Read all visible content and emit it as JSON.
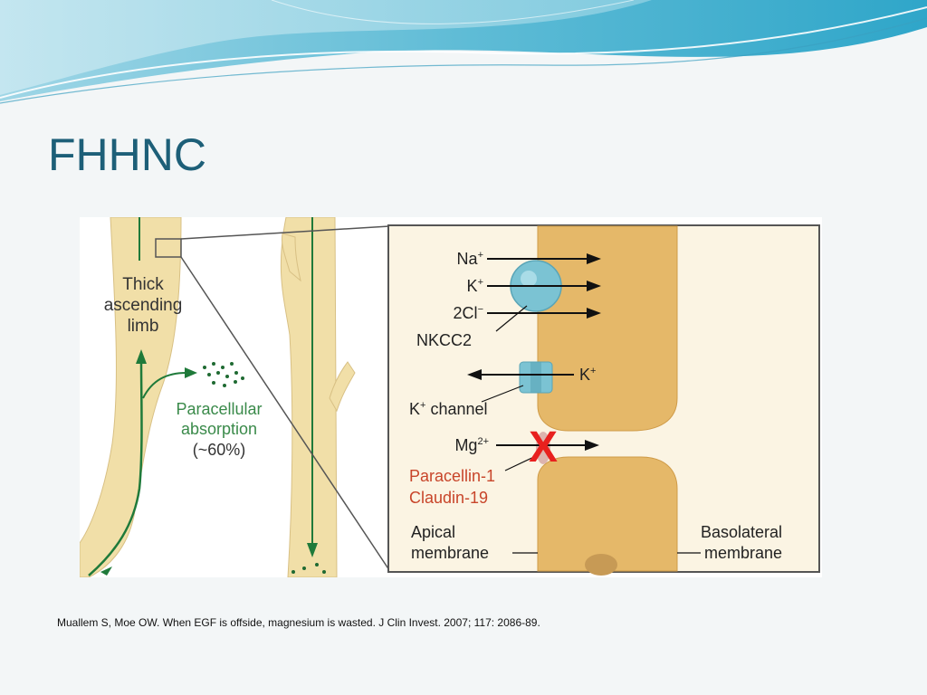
{
  "slide": {
    "title": "FHHNC",
    "citation": "Muallem S, Moe OW. When EGF is offside, magnesium is wasted. J Clin Invest. 2007; 117: 2086-89."
  },
  "diagram": {
    "left_labels": {
      "limb": [
        "Thick",
        "ascending",
        "limb"
      ],
      "paracellular": [
        "Paracellular",
        "absorption",
        "(~60%)"
      ]
    },
    "inset_labels": {
      "na": "Na",
      "k": "K",
      "cl": "2Cl",
      "nkcc2": "NKCC2",
      "k_out": "K",
      "k_channel": "K",
      "k_channel_suffix": " channel",
      "mg": "Mg",
      "mg_charge": "2+",
      "plus": "+",
      "minus": "−",
      "paracellin": "Paracellin-1",
      "claudin": "Claudin-19",
      "apical": [
        "Apical",
        "membrane"
      ],
      "basolateral": [
        "Basolateral",
        "membrane"
      ],
      "block_mark": "X"
    },
    "colors": {
      "tubule": "#f1dfa8",
      "cell": "#e5b869",
      "arrow_green": "#1f7a3a",
      "label_green": "#3a8a4a",
      "red_label": "#c8452a",
      "block_red": "#e8201e",
      "transporter": "#7bc3d3"
    }
  }
}
